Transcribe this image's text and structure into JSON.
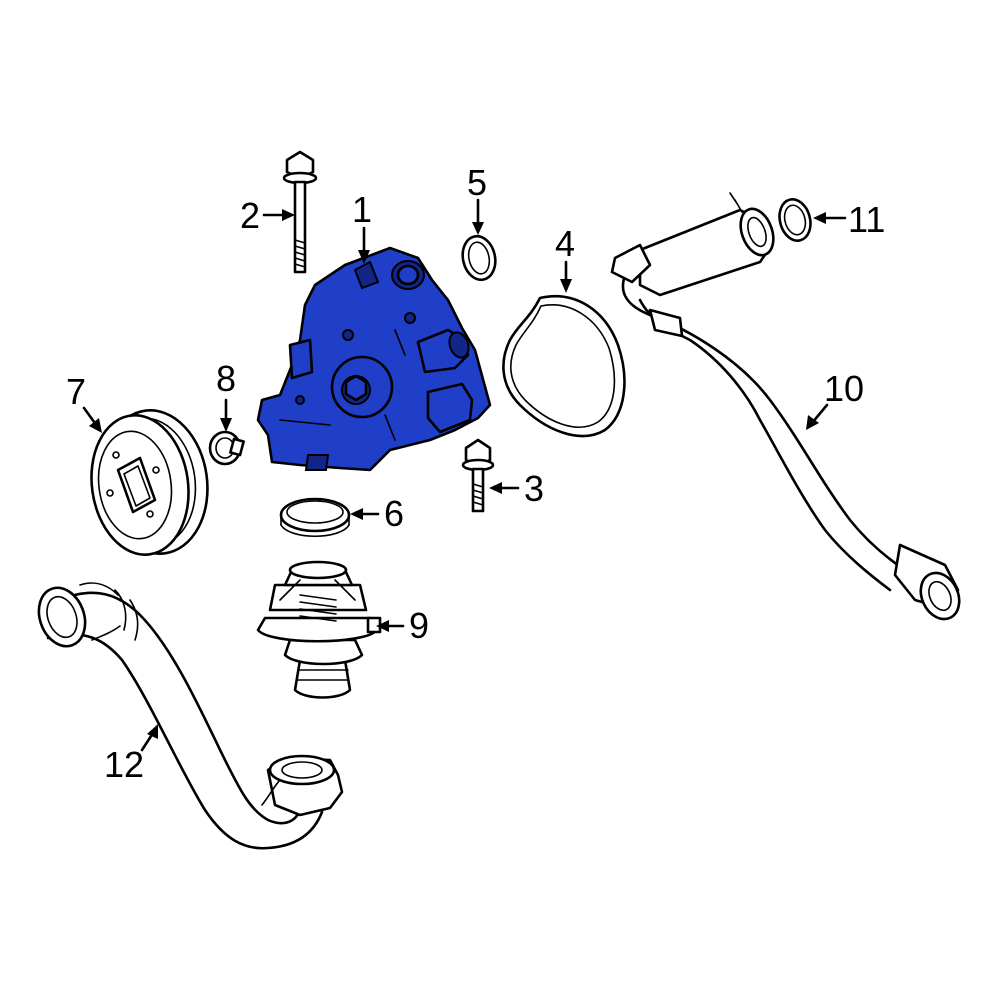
{
  "colors": {
    "highlight": "#1f3fc8",
    "highlight_dark": "#12268a",
    "line": "#000000",
    "background": "#ffffff"
  },
  "callouts": [
    "1",
    "2",
    "3",
    "4",
    "5",
    "6",
    "7",
    "8",
    "9",
    "10",
    "11",
    "12"
  ],
  "highlighted_part": "1"
}
